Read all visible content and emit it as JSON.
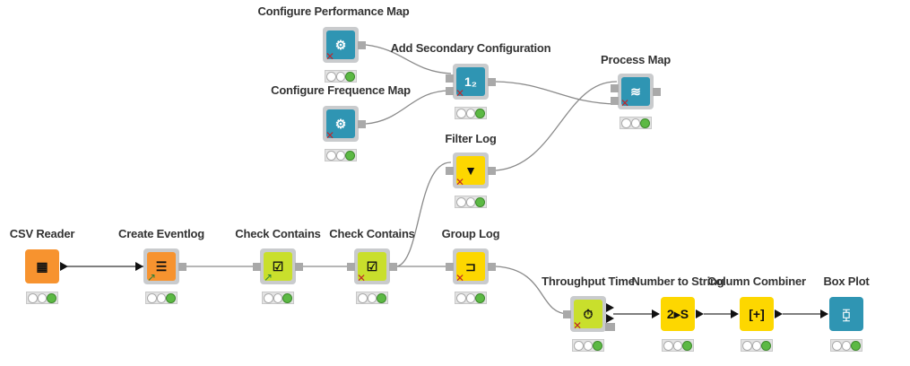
{
  "colors": {
    "reader": "#f7932f",
    "view": "#2f95b3",
    "learner": "#c9df2c",
    "manipulator": "#fdd700",
    "connection": "#888888",
    "status_ok": "#5cb944"
  },
  "nodes": [
    {
      "id": "csv",
      "label": "CSV Reader",
      "type": "reader",
      "icon": "table-arrow-icon",
      "glyph": "▦",
      "status": "green"
    },
    {
      "id": "eventlog",
      "label": "Create Eventlog",
      "type": "reader",
      "icon": "eventlog-icon",
      "glyph": "☰",
      "status": "green"
    },
    {
      "id": "check1",
      "label": "Check Contains",
      "type": "learner",
      "icon": "checkbox-icon",
      "glyph": "☑",
      "status": "green"
    },
    {
      "id": "check2",
      "label": "Check Contains",
      "type": "learner",
      "icon": "checkbox-icon",
      "glyph": "☑",
      "status": "green"
    },
    {
      "id": "group",
      "label": "Group Log",
      "type": "manipulator",
      "icon": "group-icon",
      "glyph": "⊐",
      "status": "green"
    },
    {
      "id": "filter",
      "label": "Filter Log",
      "type": "manipulator",
      "icon": "filter-icon",
      "glyph": "▼",
      "status": "green"
    },
    {
      "id": "perf",
      "label": "Configure Performance Map",
      "type": "view",
      "icon": "map-config-icon",
      "glyph": "⚙",
      "status": "green"
    },
    {
      "id": "freq",
      "label": "Configure Frequence Map",
      "type": "view",
      "icon": "map-config-icon",
      "glyph": "⚙",
      "status": "green"
    },
    {
      "id": "secondary",
      "label": "Add Secondary Configuration",
      "type": "view",
      "icon": "one-two-icon",
      "glyph": "1₂",
      "status": "green"
    },
    {
      "id": "procmap",
      "label": "Process Map",
      "type": "view",
      "icon": "process-map-icon",
      "glyph": "≋",
      "status": "green"
    },
    {
      "id": "throughput",
      "label": "Throughput Time",
      "type": "learner",
      "icon": "stopwatch-icon",
      "glyph": "⏱",
      "status": "green"
    },
    {
      "id": "num2str",
      "label": "Number to String",
      "type": "manipulator",
      "icon": "number-to-string-icon",
      "glyph": "2▸S",
      "status": "green"
    },
    {
      "id": "colcomb",
      "label": "Column Combiner",
      "type": "manipulator",
      "icon": "column-combiner-icon",
      "glyph": "[+]",
      "status": "green"
    },
    {
      "id": "boxplot",
      "label": "Box Plot",
      "type": "view",
      "icon": "box-plot-icon",
      "glyph": "⧮",
      "status": "green"
    }
  ]
}
